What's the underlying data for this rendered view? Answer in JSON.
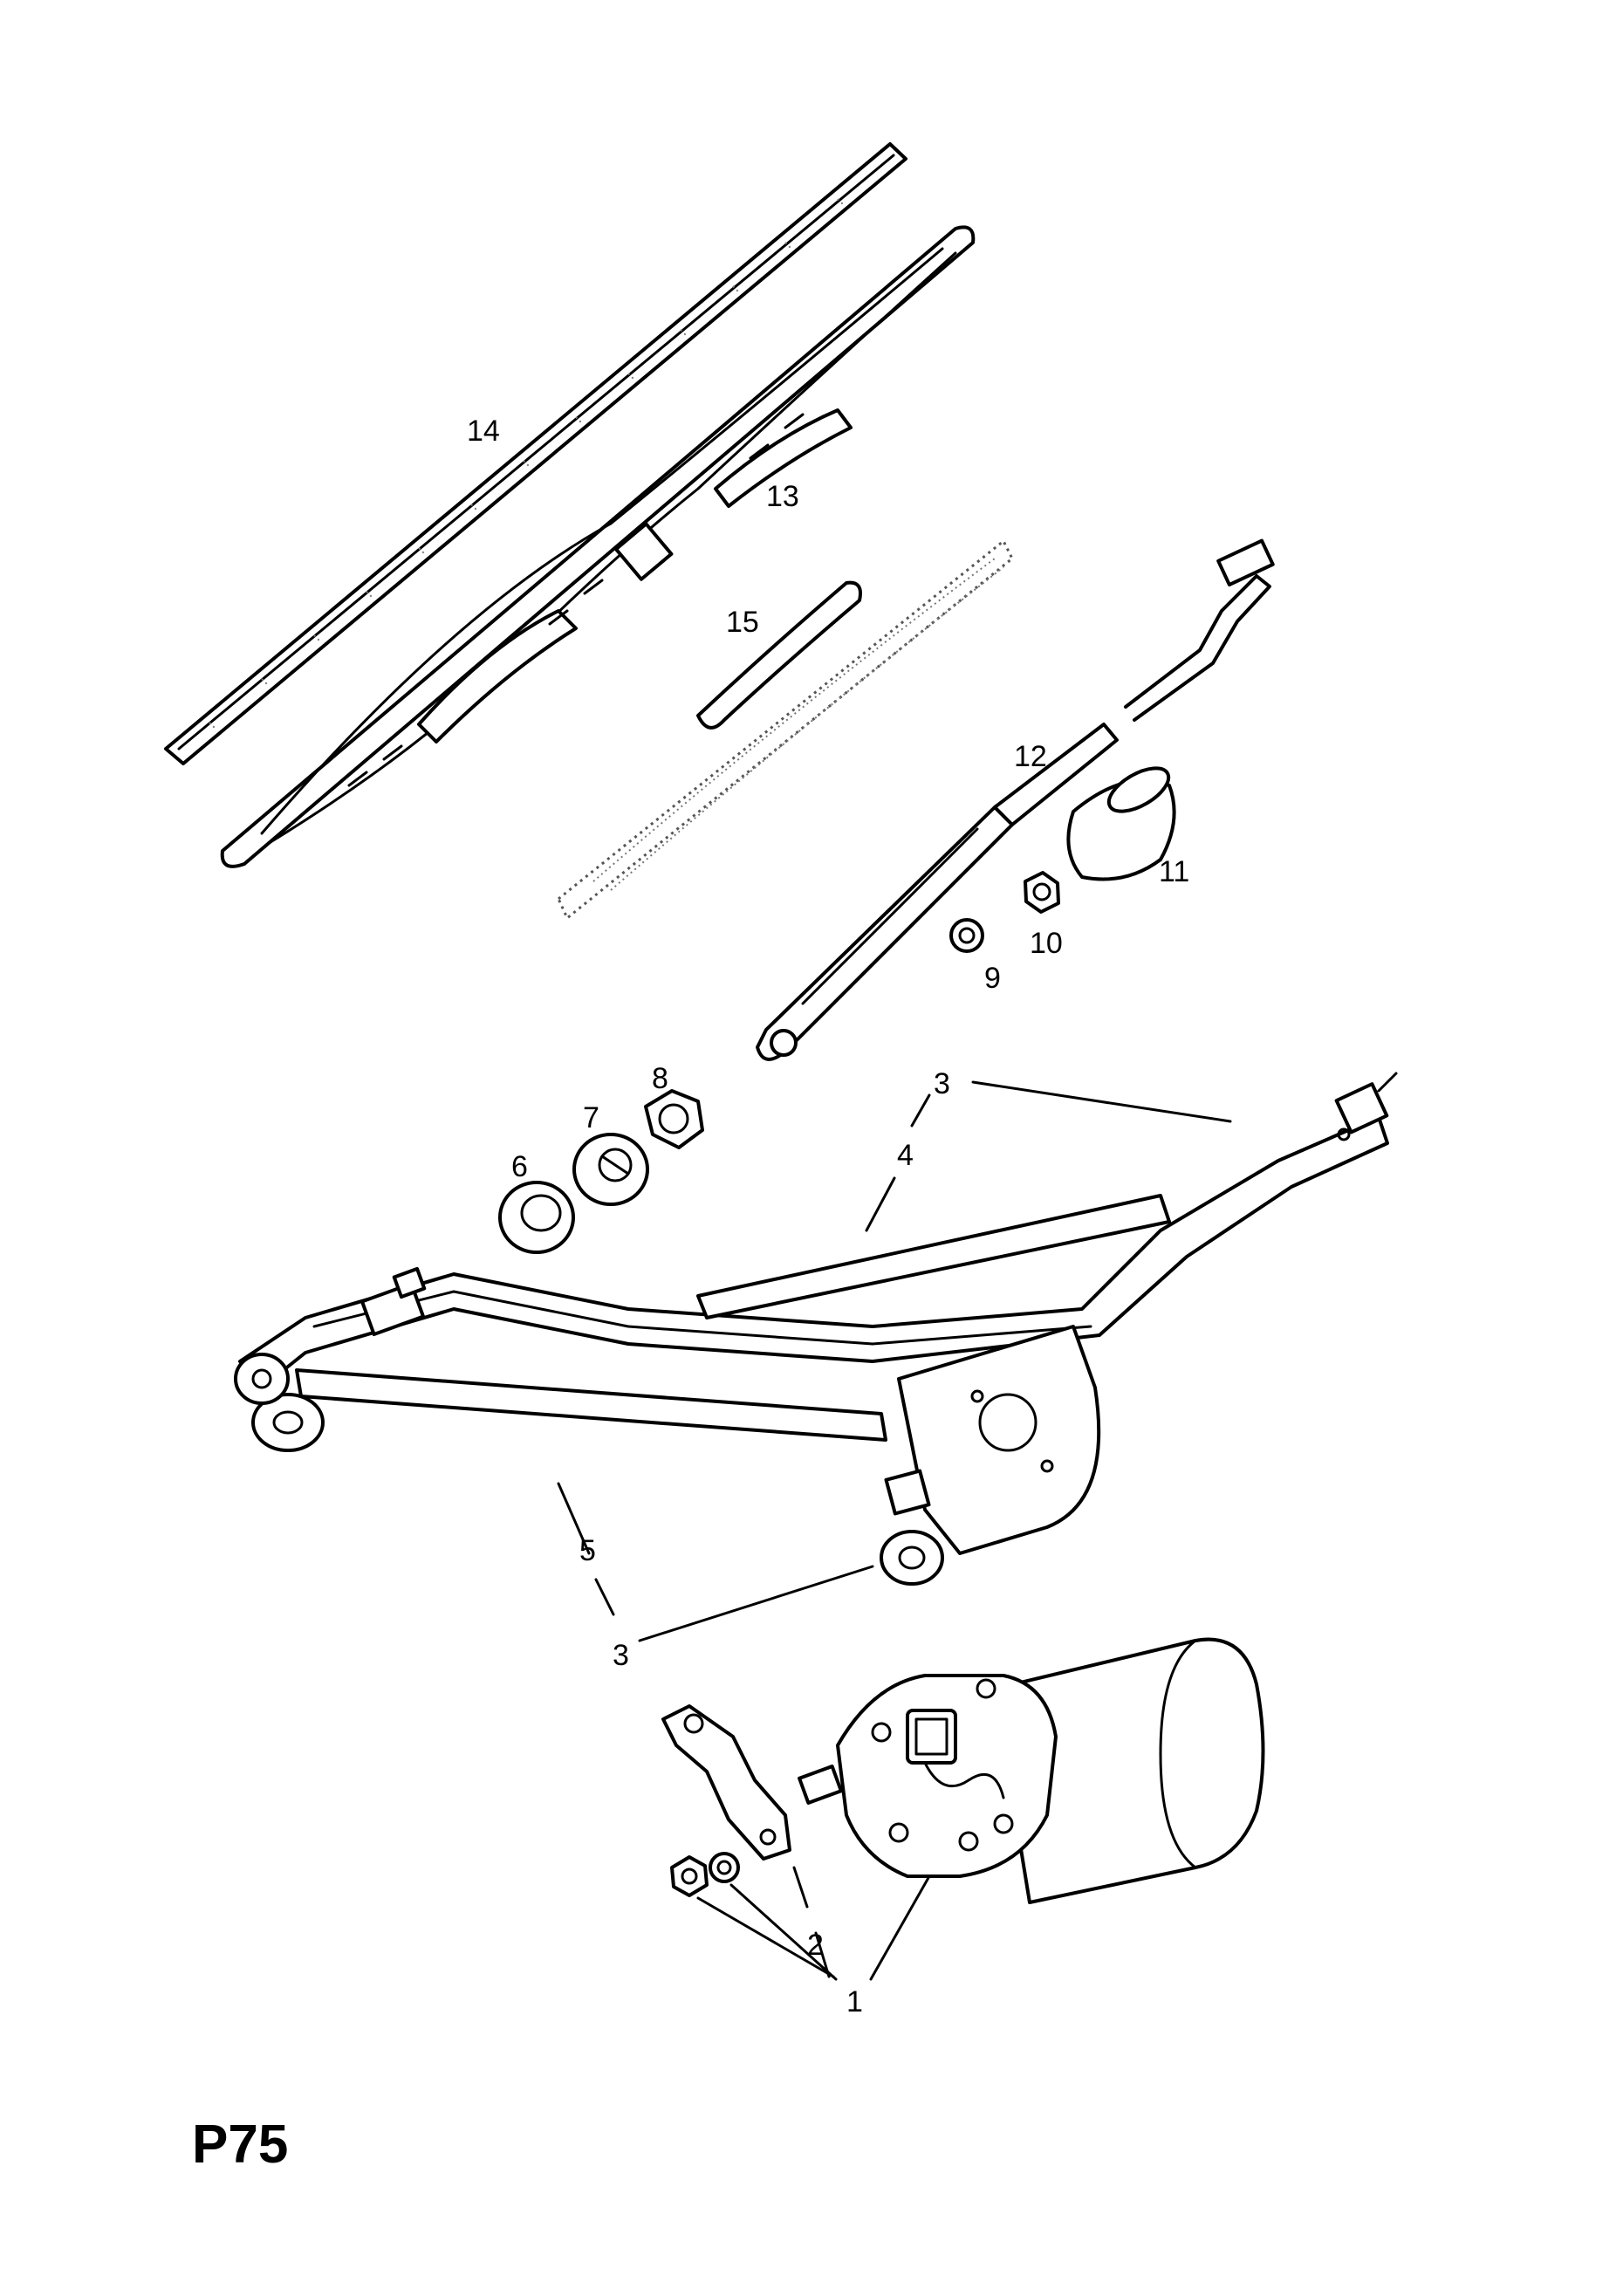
{
  "page_code": "P75",
  "callouts": {
    "c1": "1",
    "c2": "2",
    "c3a": "3",
    "c3b": "3",
    "c4": "4",
    "c5": "5",
    "c6": "6",
    "c7": "7",
    "c8": "8",
    "c9": "9",
    "c10": "10",
    "c11": "11",
    "c12": "12",
    "c13": "13",
    "c14": "14",
    "c15": "15"
  }
}
